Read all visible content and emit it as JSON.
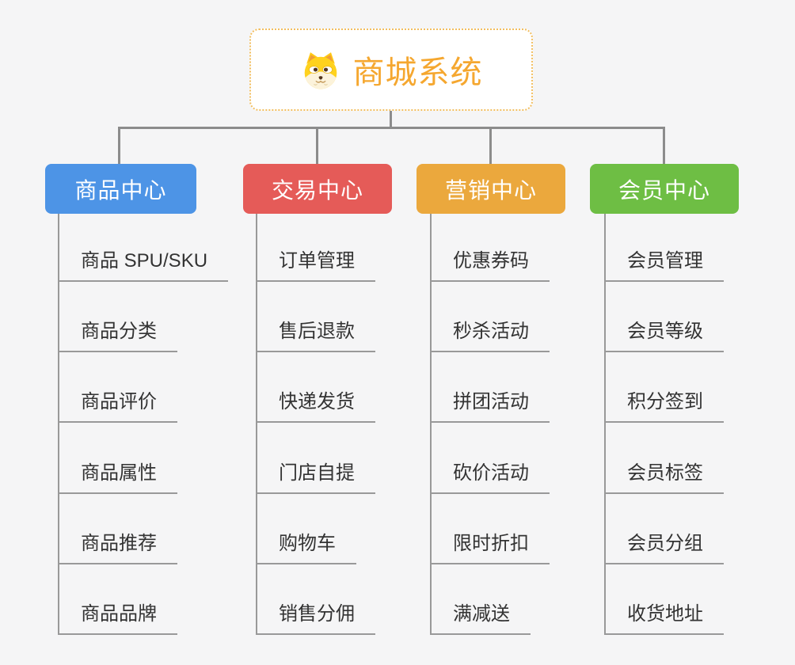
{
  "root": {
    "title": "商城系统",
    "icon": "shiba-dog-icon"
  },
  "colors": {
    "background": "#f5f5f6",
    "connector": "#8c8c8c",
    "item_line": "#999999",
    "item_text": "#333333",
    "root_border": "#f2be5f",
    "root_text": "#f5a72f",
    "branch_product": "#4d94e6",
    "branch_trade": "#e55b58",
    "branch_marketing": "#eba83d",
    "branch_member": "#6ebe44"
  },
  "branches": [
    {
      "label": "商品中心",
      "color": "#4d94e6",
      "items": [
        "商品 SPU/SKU",
        "商品分类",
        "商品评价",
        "商品属性",
        "商品推荐",
        "商品品牌"
      ]
    },
    {
      "label": "交易中心",
      "color": "#e55b58",
      "items": [
        "订单管理",
        "售后退款",
        "快递发货",
        "门店自提",
        "购物车",
        "销售分佣"
      ]
    },
    {
      "label": "营销中心",
      "color": "#eba83d",
      "items": [
        "优惠券码",
        "秒杀活动",
        "拼团活动",
        "砍价活动",
        "限时折扣",
        "满减送"
      ]
    },
    {
      "label": "会员中心",
      "color": "#6ebe44",
      "items": [
        "会员管理",
        "会员等级",
        "积分签到",
        "会员标签",
        "会员分组",
        "收货地址"
      ]
    }
  ]
}
